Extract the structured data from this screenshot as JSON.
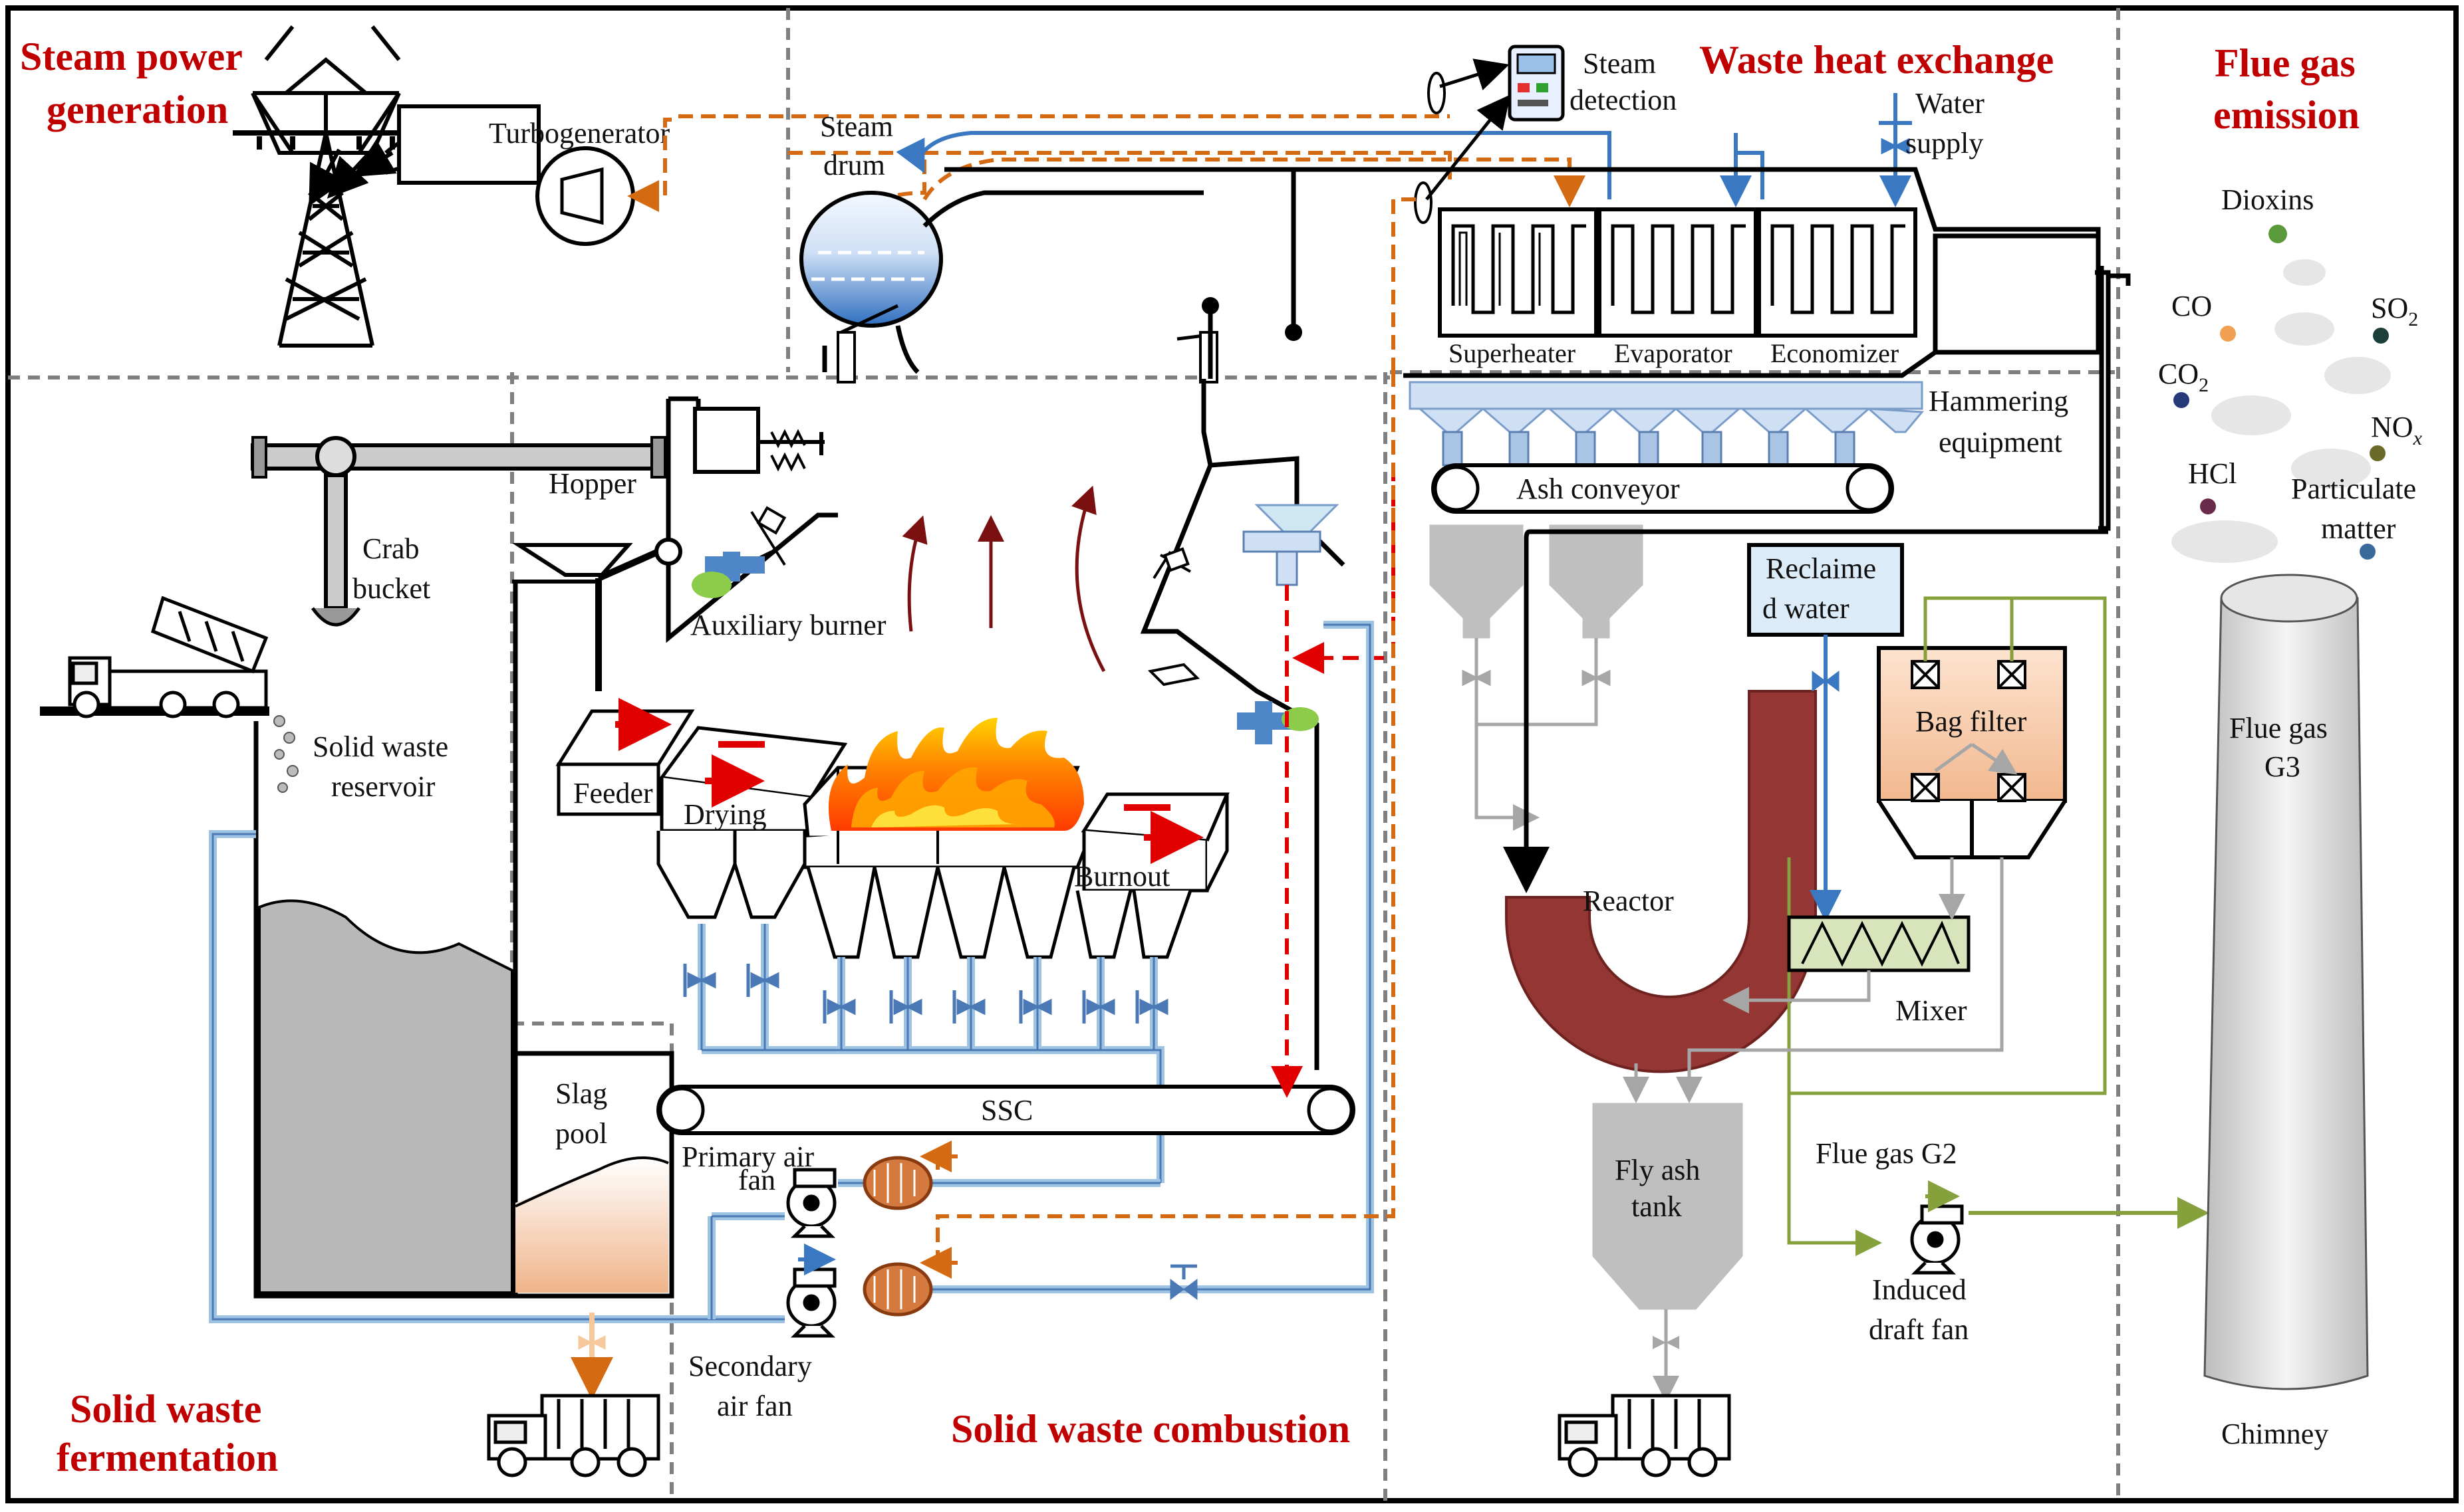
{
  "sections": {
    "steam_power": [
      "Steam power",
      "generation"
    ],
    "waste_heat": "Waste heat exchange",
    "flue_gas_emission": [
      "Flue gas",
      "emission"
    ],
    "fermentation": [
      "Solid waste",
      "fermentation"
    ],
    "combustion": "Solid waste combustion"
  },
  "labels": {
    "turbogenerator": "Turbogenerator",
    "steam_drum": [
      "Steam",
      "drum"
    ],
    "steam_detection": [
      "Steam",
      "detection"
    ],
    "water_supply": [
      "Water",
      "supply"
    ],
    "superheater": "Superheater",
    "evaporator": "Evaporator",
    "economizer": "Economizer",
    "hammering": [
      "Hammering",
      "equipment"
    ],
    "ash_conveyor": "Ash conveyor",
    "hopper": "Hopper",
    "crab_bucket": [
      "Crab",
      "bucket"
    ],
    "auxiliary_burner": "Auxiliary burner",
    "solid_waste_reservoir": [
      "Solid waste",
      "reservoir"
    ],
    "feeder": "Feeder",
    "drying": "Drying",
    "burnout": "Burnout",
    "slag_pool": [
      "Slag",
      "pool"
    ],
    "ssc": "SSC",
    "primary_air_fan": [
      "Primary air",
      "fan"
    ],
    "secondary_air_fan": [
      "Secondary",
      "air fan"
    ],
    "reclaimed_water": [
      "Reclaime",
      "d water"
    ],
    "bag_filter": "Bag filter",
    "reactor": "Reactor",
    "mixer": "Mixer",
    "fly_ash_tank": [
      "Fly ash",
      "tank"
    ],
    "flue_gas_g2": "Flue gas G2",
    "induced_draft_fan": [
      "Induced",
      "draft fan"
    ],
    "flue_gas_g3": [
      "Flue gas",
      "G3"
    ],
    "chimney": "Chimney"
  },
  "emissions": {
    "dioxins": "Dioxins",
    "co": "CO",
    "so2": "SO",
    "so2_sub": "2",
    "co2": "CO",
    "co2_sub": "2",
    "nox": "NO",
    "nox_sub": "x",
    "hcl": "HCl",
    "particulate": [
      "Particulate",
      "matter"
    ]
  },
  "colors": {
    "section_title": "#c00000",
    "steam_line": "#d46a12",
    "water_line": "#3a78c2",
    "air_pipe": "#9fc3e3",
    "fire": "#ff6a00",
    "reactor": "#8b3030",
    "flue_line": "#86a03c",
    "grey_line": "#a6a6a6"
  }
}
